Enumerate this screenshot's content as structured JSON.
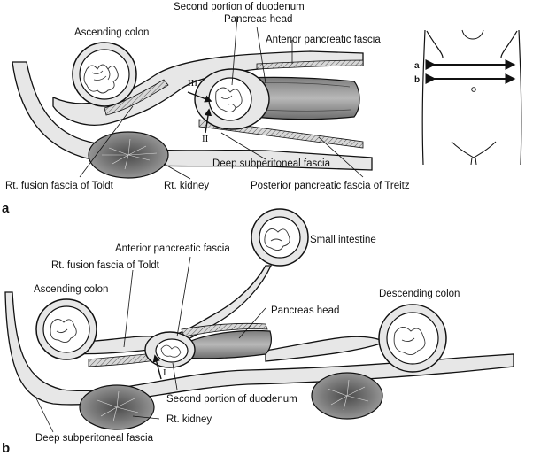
{
  "panels": {
    "a": "a",
    "b": "b"
  },
  "panel_a": {
    "labels": {
      "second_portion_duodenum": "Second portion of duodenum",
      "pancreas_head": "Pancreas head",
      "ascending_colon": "Ascending colon",
      "anterior_pancreatic_fascia": "Anterior pancreatic fascia",
      "deep_subperitoneal_fascia": "Deep subperitoneal fascia",
      "rt_fusion_fascia_toldt": "Rt. fusion fascia of Toldt",
      "rt_kidney": "Rt. kidney",
      "posterior_pancreatic_fascia_treitz": "Posterior pancreatic fascia of Treitz"
    },
    "arrows": {
      "ii": "II",
      "iii": "III"
    }
  },
  "inset": {
    "line_a": "a",
    "line_b": "b"
  },
  "panel_b": {
    "labels": {
      "small_intestine": "Small intestine",
      "anterior_pancreatic_fascia": "Anterior pancreatic fascia",
      "rt_fusion_fascia_toldt": "Rt. fusion fascia of Toldt",
      "ascending_colon": "Ascending colon",
      "descending_colon": "Descending colon",
      "pancreas_head": "Pancreas head",
      "second_portion_duodenum": "Second portion of duodenum",
      "rt_kidney": "Rt. kidney",
      "deep_subperitoneal_fascia": "Deep subperitoneal fascia"
    },
    "arrows": {
      "i": "I"
    }
  }
}
